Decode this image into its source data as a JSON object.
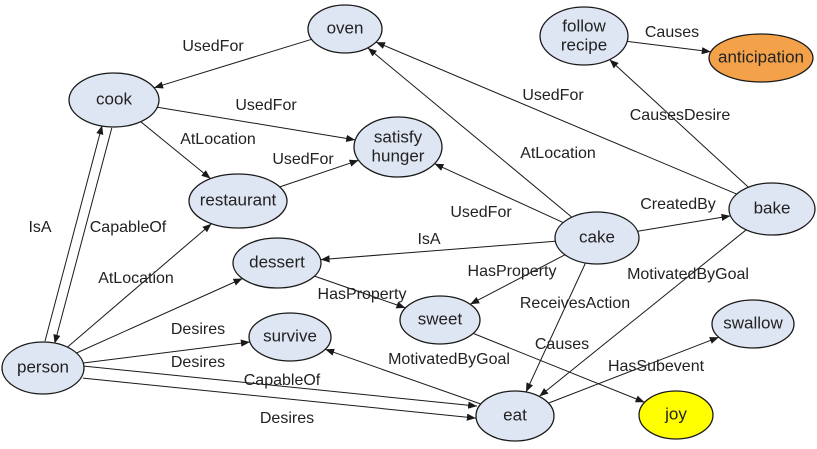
{
  "colors": {
    "node_fill": "#dfe6f3",
    "anticipation_fill": "#f4a24a",
    "joy_fill": "#ffff00",
    "stroke": "#1a1a1a"
  },
  "nodes": [
    {
      "id": "oven",
      "label": "oven"
    },
    {
      "id": "follow_recipe",
      "label": "follow\nrecipe"
    },
    {
      "id": "anticipation",
      "label": "anticipation"
    },
    {
      "id": "cook",
      "label": "cook"
    },
    {
      "id": "satisfy_hunger",
      "label": "satisfy\nhunger"
    },
    {
      "id": "restaurant",
      "label": "restaurant"
    },
    {
      "id": "bake",
      "label": "bake"
    },
    {
      "id": "cake",
      "label": "cake"
    },
    {
      "id": "dessert",
      "label": "dessert"
    },
    {
      "id": "sweet",
      "label": "sweet"
    },
    {
      "id": "survive",
      "label": "survive"
    },
    {
      "id": "swallow",
      "label": "swallow"
    },
    {
      "id": "person",
      "label": "person"
    },
    {
      "id": "eat",
      "label": "eat"
    },
    {
      "id": "joy",
      "label": "joy"
    }
  ],
  "edges": [
    {
      "from": "oven",
      "to": "cook",
      "label": "UsedFor"
    },
    {
      "from": "oven",
      "to": "bake",
      "label": "UsedFor",
      "reverse": true
    },
    {
      "from": "follow_recipe",
      "to": "anticipation",
      "label": "Causes"
    },
    {
      "from": "bake",
      "to": "follow_recipe",
      "label": "CausesDesire"
    },
    {
      "from": "cook",
      "to": "satisfy_hunger",
      "label": "UsedFor"
    },
    {
      "from": "cook",
      "to": "restaurant",
      "label": "AtLocation"
    },
    {
      "from": "restaurant",
      "to": "satisfy_hunger",
      "label": "UsedFor"
    },
    {
      "from": "cake",
      "to": "oven",
      "label": "AtLocation"
    },
    {
      "from": "cake",
      "to": "satisfy_hunger",
      "label": "UsedFor"
    },
    {
      "from": "cake",
      "to": "bake",
      "label": "CreatedBy"
    },
    {
      "from": "cake",
      "to": "dessert",
      "label": "IsA"
    },
    {
      "from": "cake",
      "to": "sweet",
      "label": "HasProperty"
    },
    {
      "from": "cake",
      "to": "eat",
      "label": "ReceivesAction"
    },
    {
      "from": "dessert",
      "to": "sweet",
      "label": "HasProperty"
    },
    {
      "from": "sweet",
      "to": "joy",
      "label": "Causes"
    },
    {
      "from": "bake",
      "to": "eat",
      "label": "MotivatedByGoal"
    },
    {
      "from": "eat",
      "to": "survive",
      "label": "MotivatedByGoal"
    },
    {
      "from": "eat",
      "to": "swallow",
      "label": "HasSubevent"
    },
    {
      "from": "person",
      "to": "cook",
      "label": "IsA"
    },
    {
      "from": "person",
      "to": "cook",
      "label": "CapableOf",
      "reverse": true
    },
    {
      "from": "person",
      "to": "restaurant",
      "label": "AtLocation"
    },
    {
      "from": "person",
      "to": "dessert",
      "label": "Desires"
    },
    {
      "from": "person",
      "to": "survive",
      "label": "Desires"
    },
    {
      "from": "person",
      "to": "eat",
      "label": "CapableOf"
    },
    {
      "from": "person",
      "to": "eat",
      "label": "Desires"
    }
  ]
}
